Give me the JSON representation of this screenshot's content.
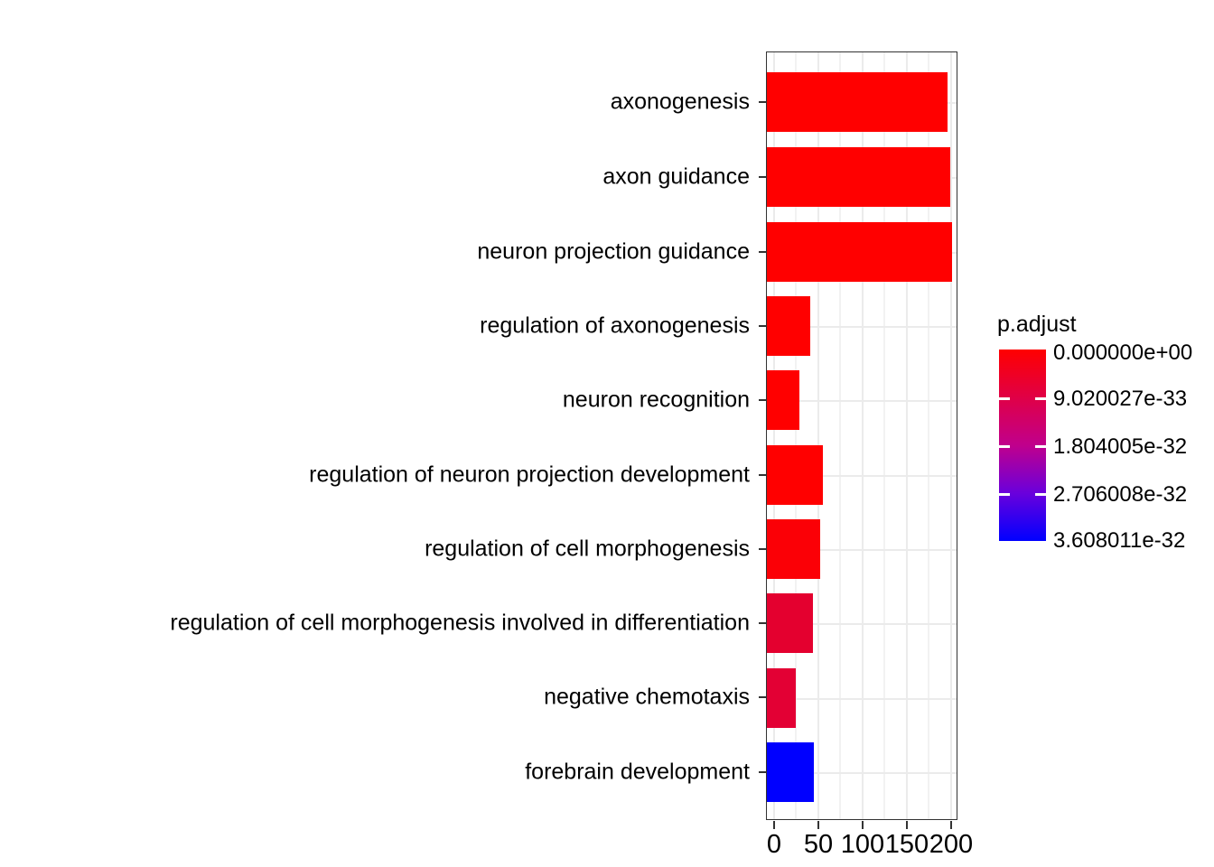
{
  "chart_data": {
    "type": "bar",
    "orientation": "horizontal",
    "title": "",
    "xlabel": "",
    "ylabel": "",
    "xlim": [
      0,
      216
    ],
    "xticks": [
      0,
      50,
      100,
      150,
      200
    ],
    "xtick_labels": [
      "0",
      "50",
      "100",
      "150",
      "200"
    ],
    "grid": true,
    "grid_axis": "both",
    "categories": [
      "axonogenesis",
      "axon guidance",
      "neuron projection guidance",
      "regulation of axonogenesis",
      "neuron recognition",
      "regulation of neuron projection development",
      "regulation of cell morphogenesis",
      "regulation of cell morphogenesis involved in differentiation",
      "negative chemotaxis",
      "forebrain development"
    ],
    "values": [
      197,
      200,
      202,
      41,
      29,
      56,
      52,
      44,
      25,
      45
    ],
    "bar_colors": [
      "#ff0000",
      "#ff0000",
      "#ff0000",
      "#ff0000",
      "#ff0000",
      "#ff0000",
      "#fb0006",
      "#e4002f",
      "#e30034",
      "#0000ff"
    ],
    "legend": {
      "title": "p.adjust",
      "position": "right",
      "type": "colorbar",
      "gradient_top_color": "#ff0000",
      "gradient_bottom_color": "#0000ff",
      "tick_labels": [
        "0.000000e+00",
        "9.020027e-33",
        "1.804005e-32",
        "2.706008e-32",
        "3.608011e-32"
      ],
      "tick_values": [
        0,
        9.020027e-33,
        1.804005e-32,
        2.706008e-32,
        3.608011e-32
      ]
    }
  },
  "axis": {
    "y_tick_labels": [
      "axonogenesis",
      "axon guidance",
      "neuron projection guidance",
      "regulation of axonogenesis",
      "neuron recognition",
      "regulation of neuron projection development",
      "regulation of cell morphogenesis",
      "regulation of cell morphogenesis involved in differentiation",
      "negative chemotaxis",
      "forebrain development"
    ],
    "x_tick_labels": [
      "0",
      "50",
      "100",
      "150",
      "200"
    ]
  },
  "legend": {
    "title": "p.adjust",
    "keys": [
      "0.000000e+00",
      "9.020027e-33",
      "1.804005e-32",
      "2.706008e-32",
      "3.608011e-32"
    ]
  }
}
